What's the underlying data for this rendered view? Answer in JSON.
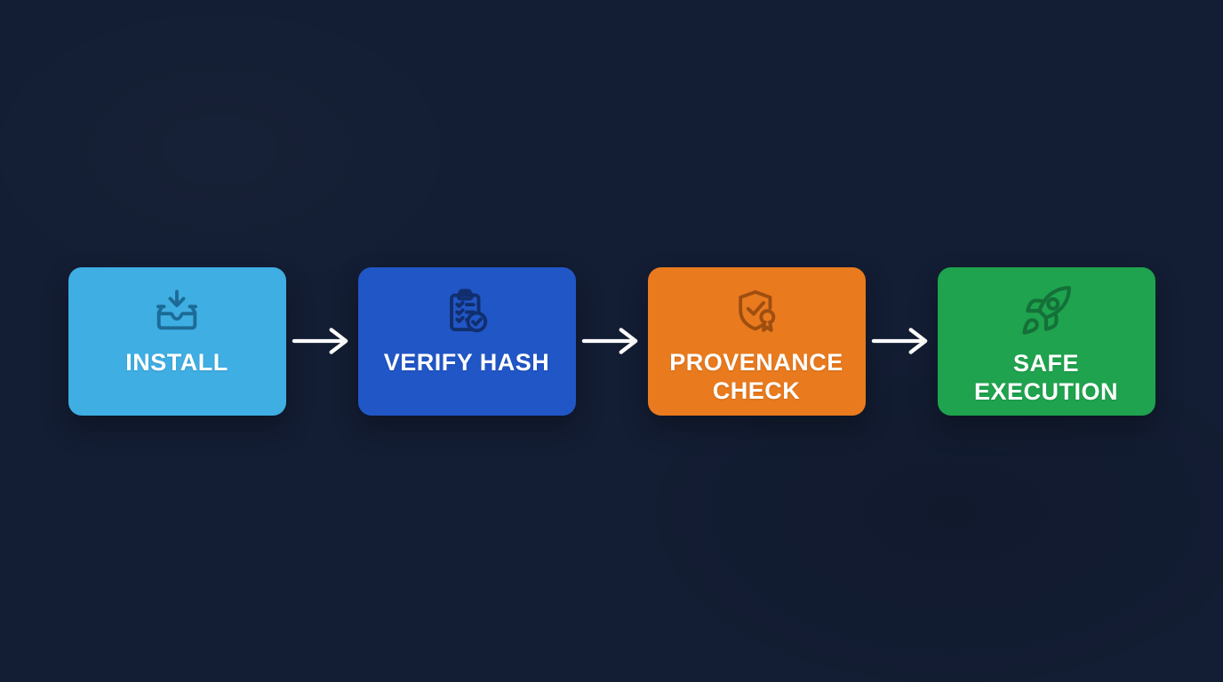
{
  "background": {
    "color": "#131D33"
  },
  "arrow": {
    "color": "#FFFFFF",
    "direction": "right"
  },
  "text_color": "#FFFFFF",
  "steps": [
    {
      "label": "INSTALL",
      "icon": "inbox-download-icon",
      "bg": "#3FAEE3",
      "icon_color": "#1C6B96"
    },
    {
      "label": "VERIFY HASH",
      "icon": "clipboard-check-icon",
      "bg": "#2156C6",
      "icon_color": "#112F6E"
    },
    {
      "label": "PROVENANCE CHECK",
      "icon": "shield-badge-icon",
      "bg": "#E97A1E",
      "icon_color": "#9E4E10"
    },
    {
      "label": "SAFE EXECUTION",
      "icon": "rocket-icon",
      "bg": "#1FA34E",
      "icon_color": "#147038"
    }
  ]
}
